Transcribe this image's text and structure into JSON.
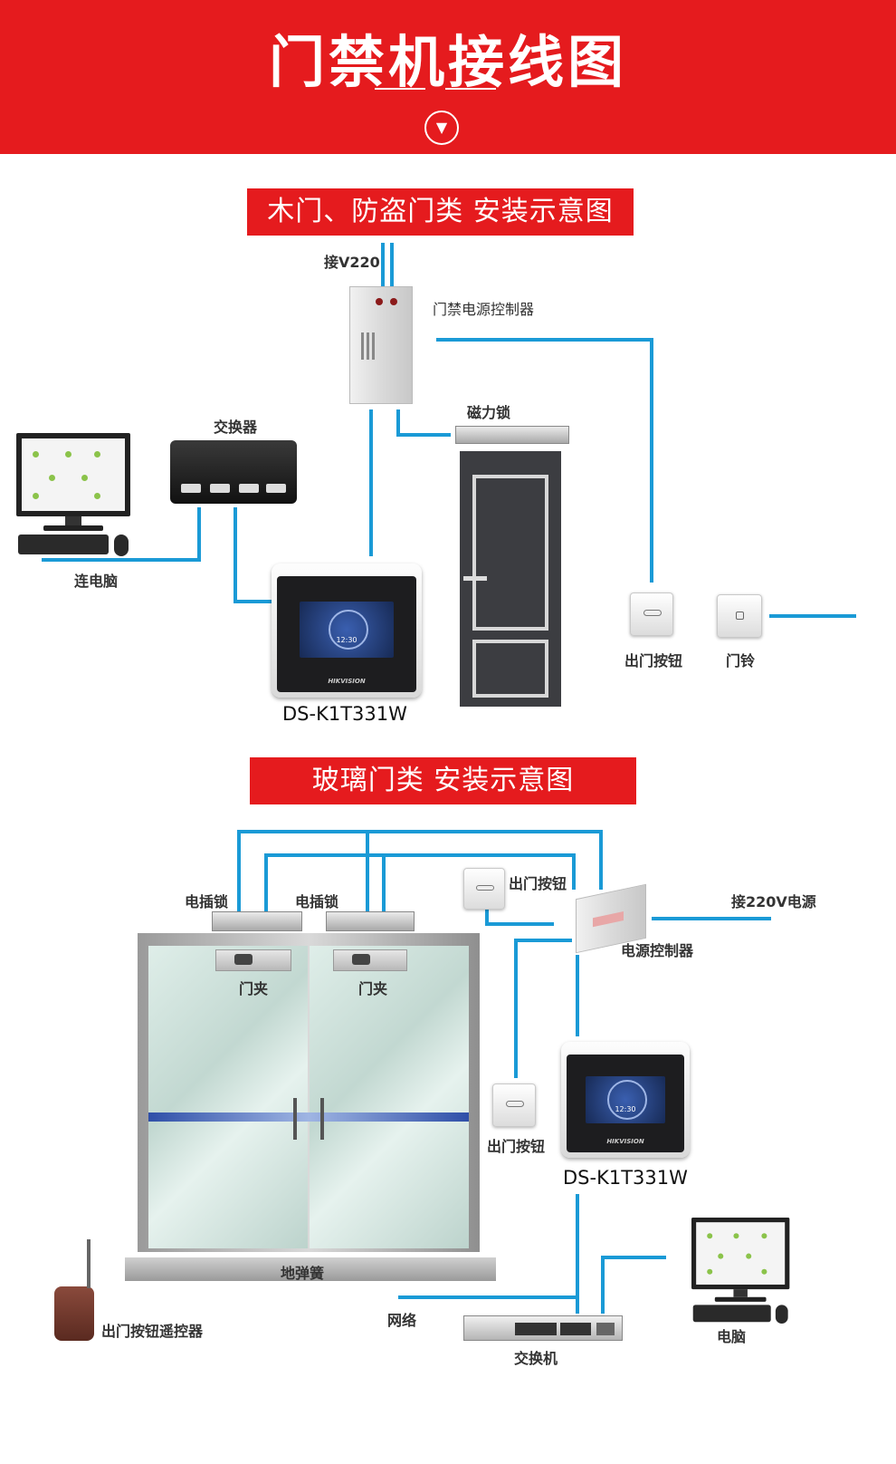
{
  "header": {
    "title": "门禁机接线图"
  },
  "section1": {
    "banner": "木门、防盗门类 安装示意图",
    "labels": {
      "power_in": "接V220",
      "controller": "门禁电源控制器",
      "magnetic_lock": "磁力锁",
      "switch": "交换器",
      "pc": "连电脑",
      "exit_button": "出门按钮",
      "doorbell": "门铃",
      "model": "DS-K1T331W"
    }
  },
  "section2": {
    "banner": "玻璃门类 安装示意图",
    "labels": {
      "electric_lock_left": "电插锁",
      "electric_lock_right": "电插锁",
      "exit_button_top": "出门按钮",
      "power_in": "接220V电源",
      "power_controller": "电源控制器",
      "door_clip_left": "门夹",
      "door_clip_right": "门夹",
      "exit_button_side": "出门按钮",
      "model": "DS-K1T331W",
      "floor_spring": "地弹簧",
      "remote": "出门按钮遥控器",
      "network": "网络",
      "net_switch": "交换机",
      "pc": "电脑"
    }
  },
  "device": {
    "brand": "HIKVISION",
    "clock": "12:30"
  },
  "colors": {
    "red": "#e51b1e",
    "wire": "#1a9ad6"
  }
}
